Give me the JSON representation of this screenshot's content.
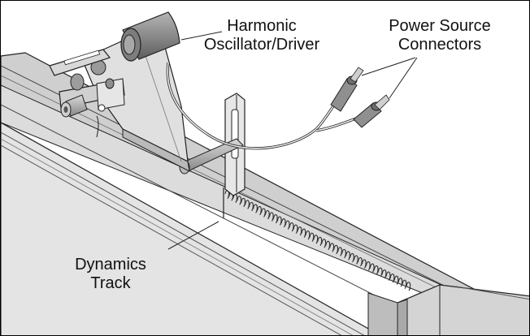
{
  "callouts": {
    "oscillator": {
      "line1": "Harmonic",
      "line2": "Oscillator/Driver"
    },
    "power": {
      "line1": "Power Source",
      "line2": "Connectors"
    },
    "track": {
      "line1": "Dynamics",
      "line2": "Track"
    }
  },
  "colors": {
    "track_light": "#e2e2e2",
    "track_mid": "#bdbdbd",
    "track_dark": "#7a7a7a",
    "outline": "#222222",
    "motor": "#8c8c8c"
  }
}
